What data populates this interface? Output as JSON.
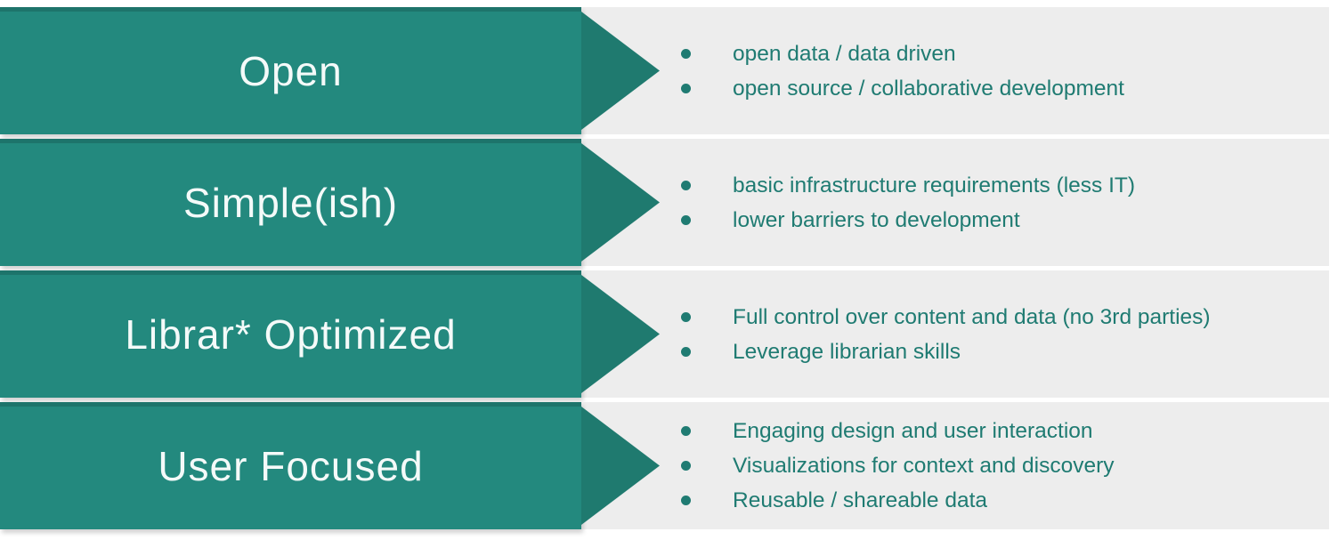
{
  "colors": {
    "teal_body": "#23897e",
    "teal_head": "#1f7a6f",
    "teal_text": "#1f7b72",
    "row_bg": "#ededed",
    "page_bg": "#ffffff",
    "title_color": "#f4faf9"
  },
  "rows": [
    {
      "title": "Open",
      "bullets": [
        "open data / data driven",
        "open source / collaborative development"
      ]
    },
    {
      "title": "Simple(ish)",
      "bullets": [
        "basic infrastructure requirements (less IT)",
        "lower barriers to development"
      ]
    },
    {
      "title": "Librar* Optimized",
      "bullets": [
        "Full control over content and data (no 3rd parties)",
        "Leverage librarian skills"
      ]
    },
    {
      "title": "User Focused",
      "bullets": [
        "Engaging design and user interaction",
        "Visualizations for context and discovery",
        "Reusable / shareable data"
      ]
    }
  ]
}
